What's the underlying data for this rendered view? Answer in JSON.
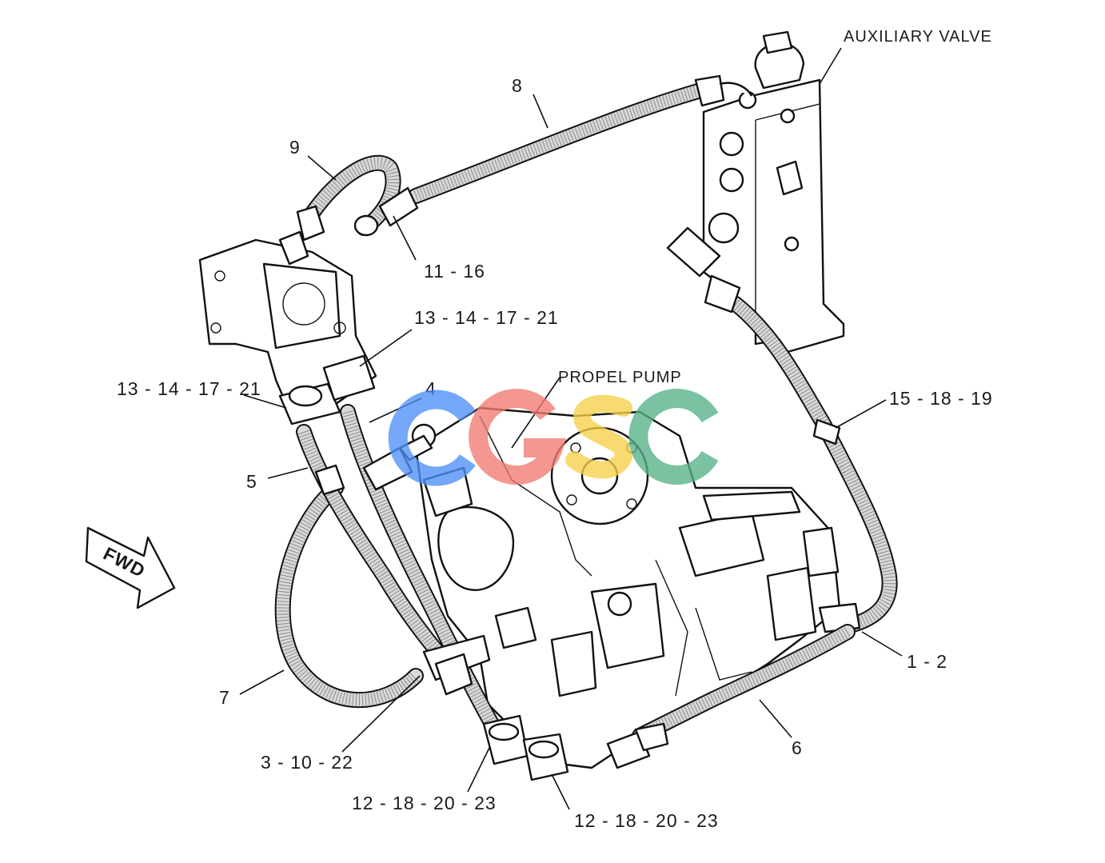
{
  "labels": {
    "auxiliary_valve": "AUXILIARY VALVE",
    "propel_pump": "PROPEL PUMP",
    "fwd": "FWD",
    "c8": "8",
    "c9": "9",
    "c11_16": "11 - 16",
    "c13_upper": "13 - 14 - 17 - 21",
    "c13_left": "13 - 14 - 17 - 21",
    "c4": "4",
    "c5": "5",
    "c15_18_19": "15 - 18 - 19",
    "c1_2": "1 - 2",
    "c6": "6",
    "c7": "7",
    "c3_10_22": "3 - 10 - 22",
    "c12_left": "12 - 18 - 20 - 23",
    "c12_right": "12 - 18 - 20 - 23"
  },
  "watermark": {
    "text": "CGSC",
    "colors": [
      "#4f8ff7",
      "#f07a72",
      "#f5d24a",
      "#55b287"
    ]
  }
}
